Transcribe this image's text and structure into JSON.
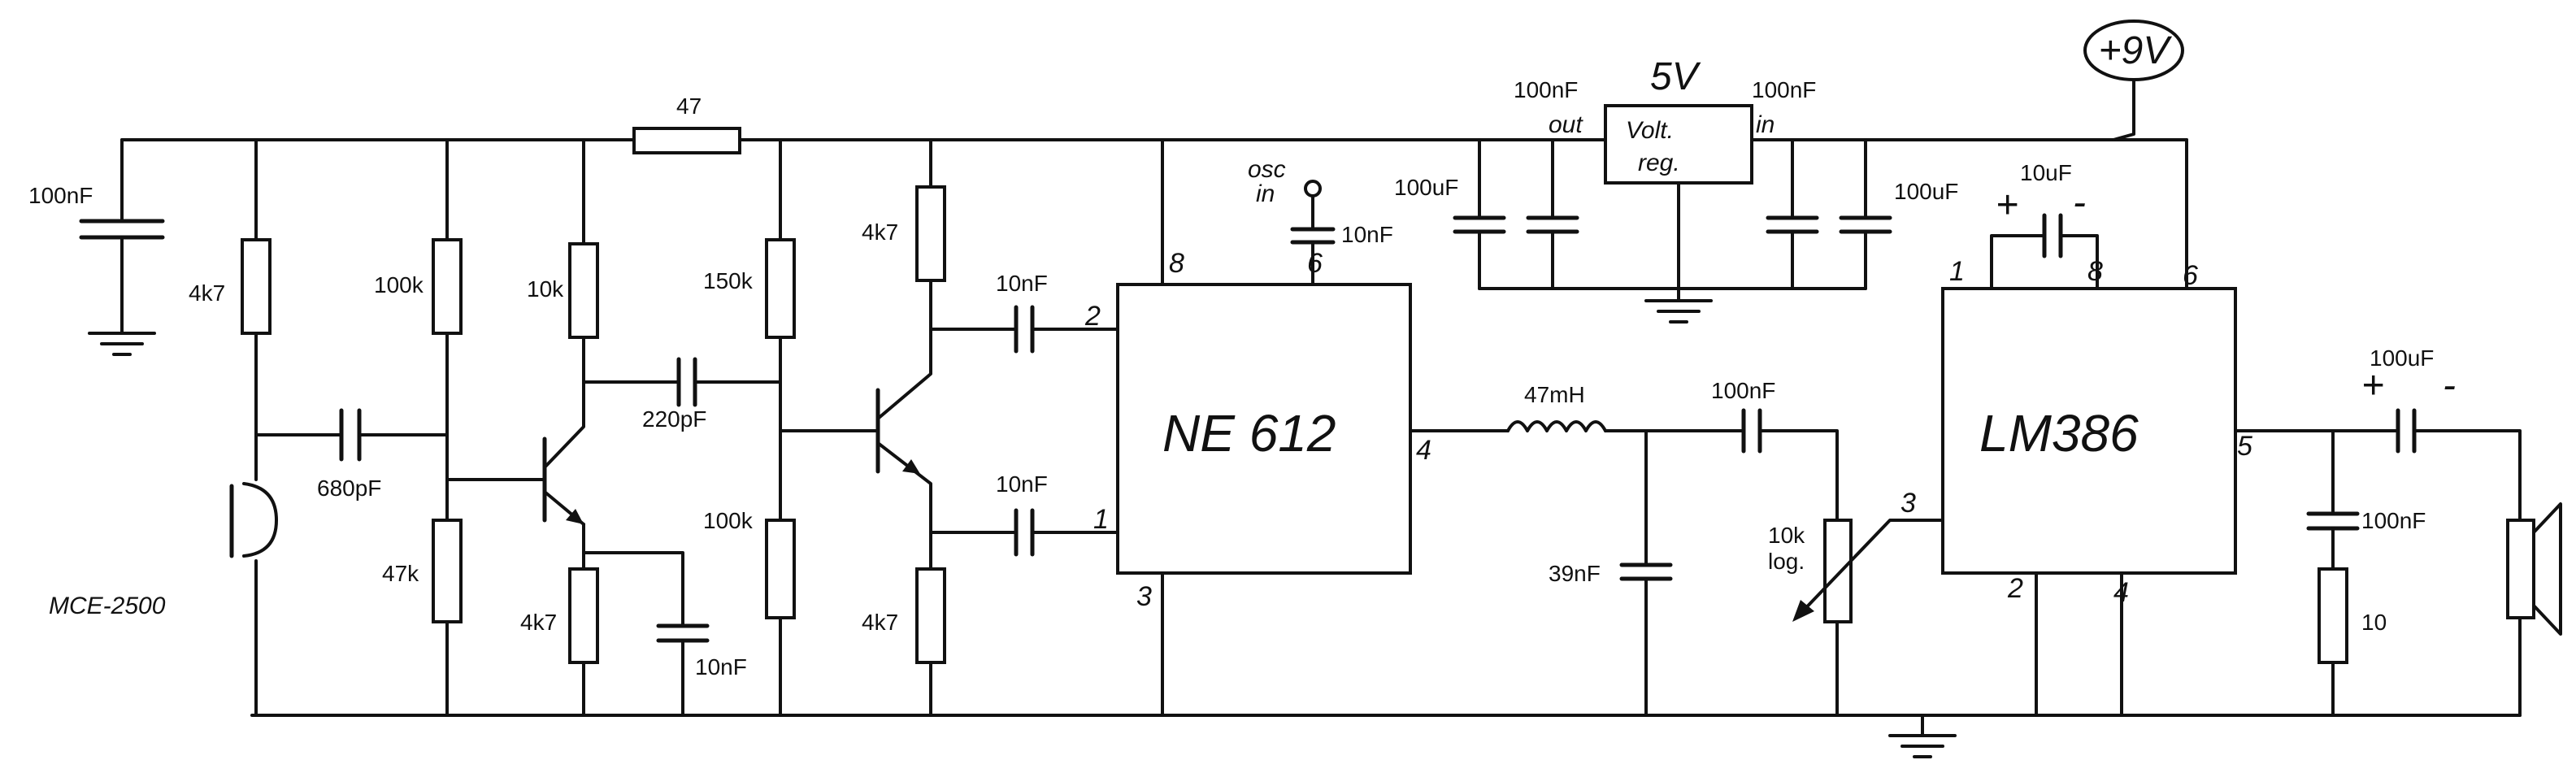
{
  "supply": {
    "label": "+9V"
  },
  "microphone": {
    "label": "MCE-2500"
  },
  "regulator": {
    "top_label": "5V",
    "body_line1": "Volt.",
    "body_line2": "reg.",
    "out_label": "out",
    "in_label": "in"
  },
  "ne612": {
    "label": "NE 612",
    "pin_8": "8",
    "pin_6": "6",
    "pin_2": "2",
    "pin_1": "1",
    "pin_4": "4",
    "pin_3": "3",
    "osc_in": "osc",
    "osc_in2": "in"
  },
  "lm386": {
    "label": "LM386",
    "pin_1": "1",
    "pin_8": "8",
    "pin_6": "6",
    "pin_3": "3",
    "pin_5": "5",
    "pin_2": "2",
    "pin_4": "4"
  },
  "resistors": {
    "r_47": "47",
    "r_4k7_a": "4k7",
    "r_100k_a": "100k",
    "r_10k": "10k",
    "r_150k": "150k",
    "r_4k7_b": "4k7",
    "r_47k": "47k",
    "r_4k7_c": "4k7",
    "r_100k_b": "100k",
    "r_4k7_d": "4k7",
    "r_10": "10",
    "pot_value": "10k",
    "pot_taper": "log."
  },
  "capacitors": {
    "c_100nF_a": "100nF",
    "c_680pF": "680pF",
    "c_220pF": "220pF",
    "c_10nF_a": "10nF",
    "c_10nF_b": "10nF",
    "c_10nF_c": "10nF",
    "c_10nF_osc": "10nF",
    "c_100nF_reg_out": "100nF",
    "c_100uF_reg_out": "100uF",
    "c_100nF_reg_in": "100nF",
    "c_100uF_reg_in": "100uF",
    "c_10uF": "10uF",
    "c_10uF_plus": "+",
    "c_10uF_minus": "-",
    "c_100nF_coupling": "100nF",
    "c_39nF": "39nF",
    "c_100uF_out": "100uF",
    "c_100uF_out_plus": "+",
    "c_100uF_out_minus": "-",
    "c_100nF_zobel": "100nF"
  },
  "inductor": {
    "label": "47mH"
  },
  "icons": [
    "microphone-icon",
    "speaker-icon",
    "ground-icon",
    "resistor-icon",
    "capacitor-icon",
    "npn-transistor-icon",
    "inductor-icon",
    "potentiometer-icon"
  ]
}
